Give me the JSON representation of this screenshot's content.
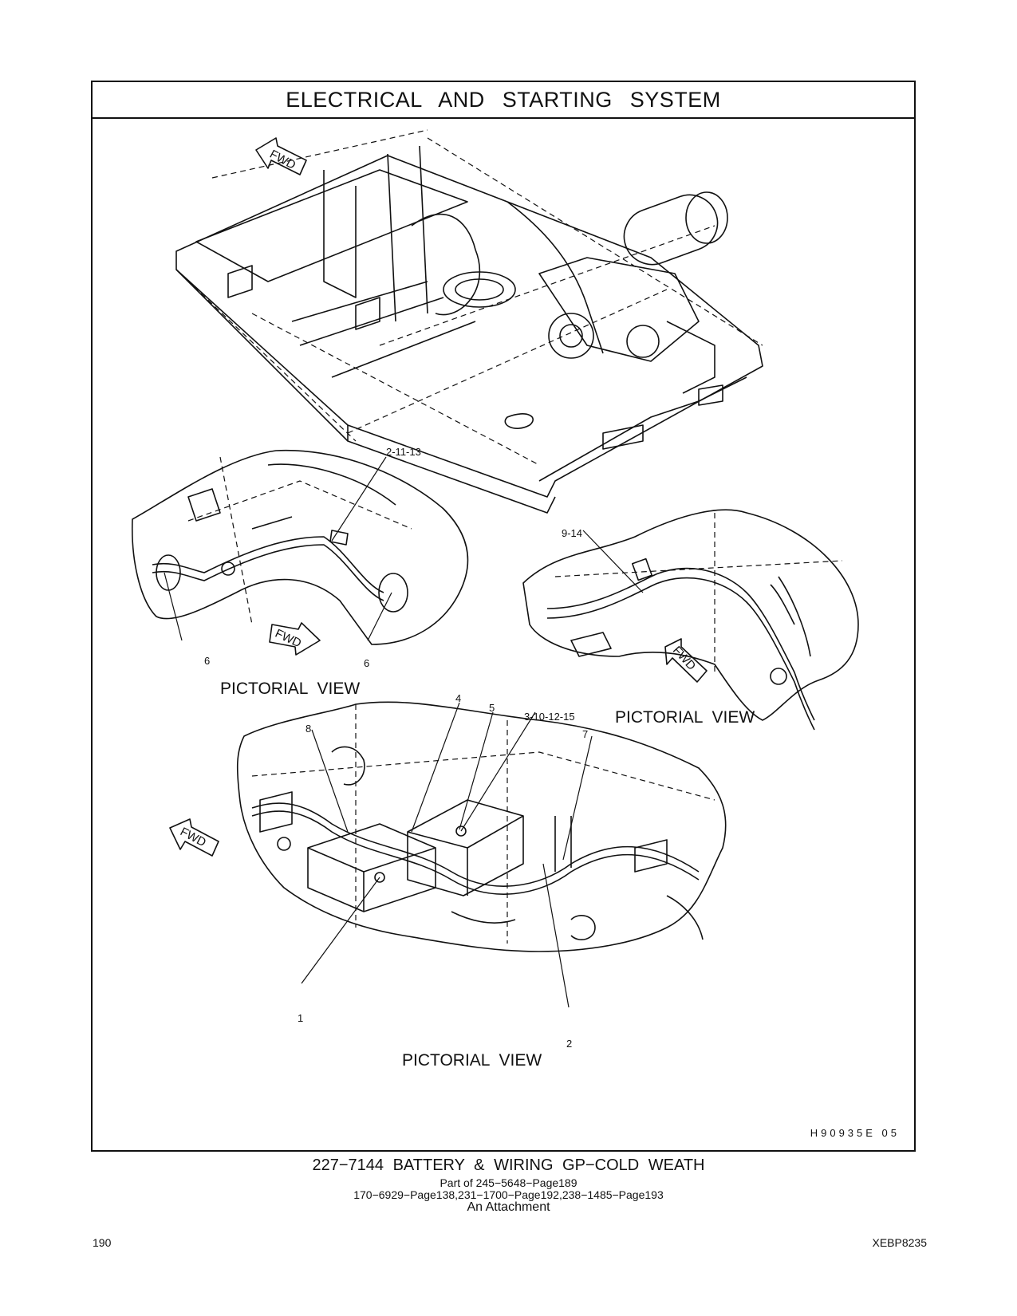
{
  "header": {
    "title": "ELECTRICAL AND STARTING SYSTEM"
  },
  "figure": {
    "fwd_label": "FWD",
    "view_label": "PICTORIAL VIEW",
    "callouts": {
      "c_2_11_13": "2-11-13",
      "c_9_14": "9-14",
      "c_6": "6",
      "c_4": "4",
      "c_5": "5",
      "c_3_10_12_15": "3-10-12-15",
      "c_8": "8",
      "c_7": "7",
      "c_1": "1",
      "c_2": "2"
    },
    "code": "H90935E   05"
  },
  "caption": {
    "part_line": "227−7144 BATTERY & WIRING GP−COLD WEATH",
    "part_of": "Part of 245−5648−Page189",
    "refs": "170−6929−Page138,231−1700−Page192,238−1485−Page193",
    "attachment": "An Attachment"
  },
  "footer": {
    "page_number": "190",
    "doc_id": "XEBP8235"
  }
}
